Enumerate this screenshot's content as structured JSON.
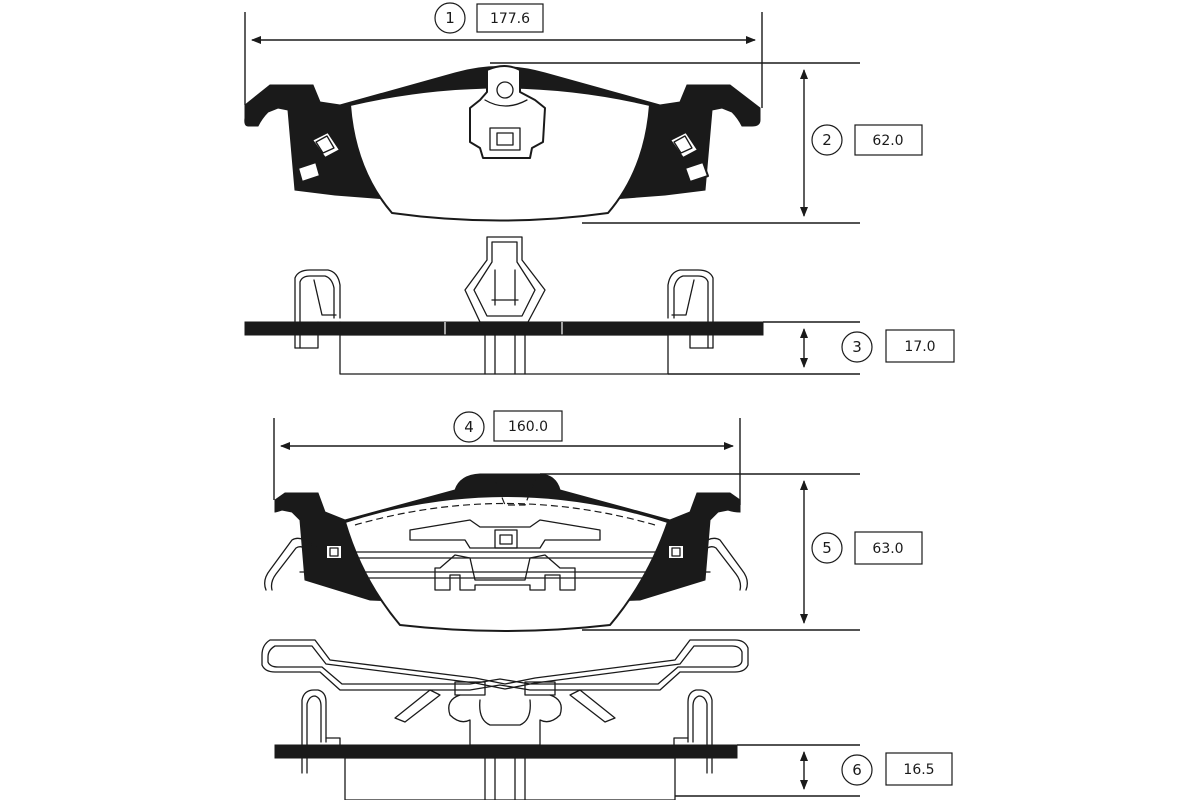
{
  "dimensions": [
    {
      "index": "1",
      "value": "177.6"
    },
    {
      "index": "2",
      "value": "62.0"
    },
    {
      "index": "3",
      "value": "17.0"
    },
    {
      "index": "4",
      "value": "160.0"
    },
    {
      "index": "5",
      "value": "63.0"
    },
    {
      "index": "6",
      "value": "16.5"
    }
  ],
  "colors": {
    "line": "#1a1a1a",
    "background": "#ffffff"
  }
}
